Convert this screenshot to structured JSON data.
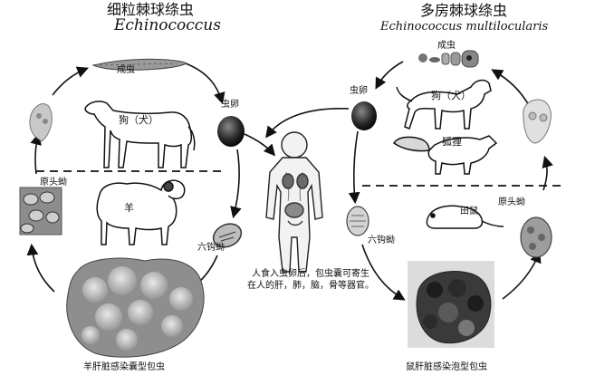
{
  "left": {
    "title_cn": "细粒棘球绦虫",
    "title_latin": "Echinococcus",
    "labels": {
      "adult": "成虫",
      "egg": "虫卵",
      "dog": "狗（犬）",
      "sheep": "羊",
      "protoscolex": "原头蚴",
      "oncosphere": "六钩蚴",
      "organ_caption": "羊肝脏感染囊型包虫"
    }
  },
  "right": {
    "title_cn": "多房棘球绦虫",
    "title_latin": "Echinococcus multilocularis",
    "labels": {
      "adult": "成虫",
      "egg": "虫卵",
      "dog": "狗（犬）",
      "fox": "狐狸",
      "vole": "田鼠",
      "protoscolex": "原头蚴",
      "oncosphere": "六钩蚴",
      "organ_caption": "鼠肝脏感染泡型包虫"
    }
  },
  "center": {
    "human_note_line1": "人食入虫卵后，包虫囊可寄生",
    "human_note_line2": "在人的肝，肺，脑，骨等器官。"
  }
}
